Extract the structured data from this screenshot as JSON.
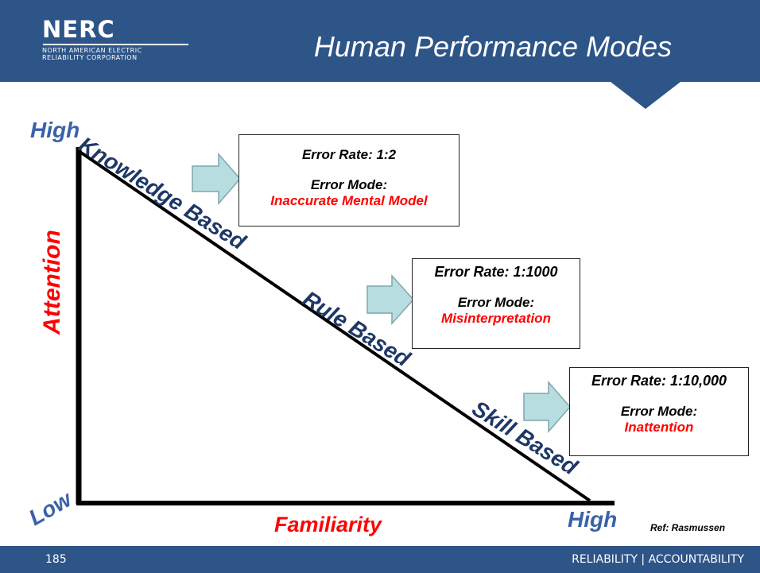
{
  "header": {
    "logo_word": "NERC",
    "logo_sub": "NORTH AMERICAN ELECTRIC\nRELIABILITY CORPORATION",
    "title": "Human Performance Modes"
  },
  "axes": {
    "y_high": "High",
    "origin_low": "Low",
    "x_high": "High",
    "x_label": "Familiarity",
    "y_label": "Attention",
    "reference": "Ref: Rasmussen"
  },
  "modes": [
    {
      "name": "Knowledge Based",
      "error_rate": "Error Rate: 1:2",
      "error_mode_label": "Error Mode:",
      "error_mode": "Inaccurate Mental Model"
    },
    {
      "name": "Rule Based",
      "error_rate": "Error Rate: 1:1000",
      "error_mode_label": "Error Mode:",
      "error_mode": "Misinterpretation"
    },
    {
      "name": "Skill Based",
      "error_rate": "Error Rate: 1:10,000",
      "error_mode_label": "Error Mode:",
      "error_mode": "Inattention"
    }
  ],
  "footer": {
    "page_number": "185",
    "tagline": "RELIABILITY | ACCOUNTABILITY"
  },
  "colors": {
    "brand_blue": "#2e5588",
    "accent_red": "#ff0000",
    "arrow_fill": "#b8dde0"
  }
}
